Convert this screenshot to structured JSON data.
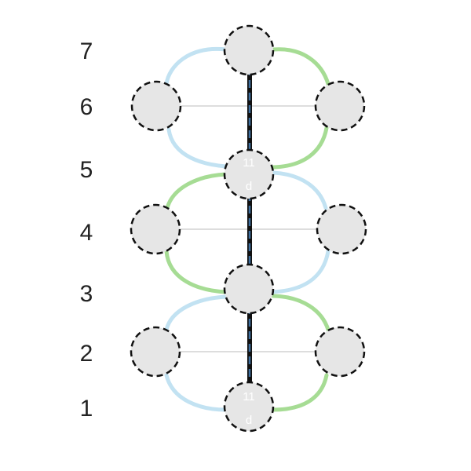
{
  "diagram": {
    "row_labels": [
      "1",
      "2",
      "3",
      "4",
      "5",
      "6",
      "7"
    ],
    "node_labels": {
      "n5_center": [
        "11",
        "d"
      ],
      "n1_center": [
        "11",
        "d"
      ]
    },
    "colors": {
      "blue_arc": "#c2e2f2",
      "green_arc": "#a6dc94",
      "node_fill": "#e6e6e6",
      "node_stroke": "#111111",
      "backbone_outer": "#111111",
      "backbone_inner": "#3d6fa0",
      "rung": "#bbbbbb"
    }
  }
}
